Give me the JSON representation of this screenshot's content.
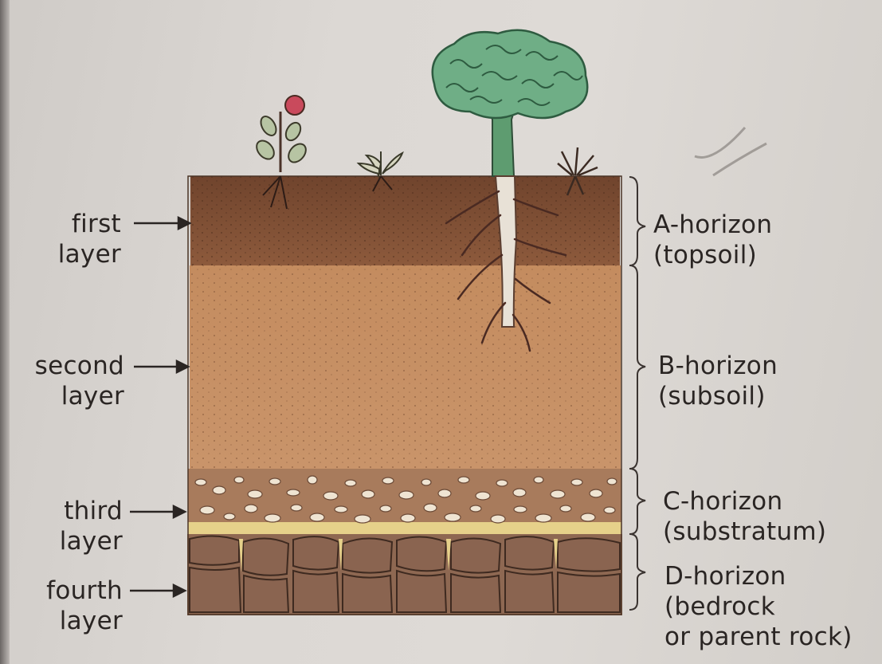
{
  "layers": [
    {
      "left_label_1": "first",
      "left_label_2": "layer",
      "horizon": "A-horizon",
      "description": "(topsoil)"
    },
    {
      "left_label_1": "second",
      "left_label_2": "layer",
      "horizon": "B-horizon",
      "description": "(subsoil)"
    },
    {
      "left_label_1": "third",
      "left_label_2": "layer",
      "horizon": "C-horizon",
      "description": "(substratum)"
    },
    {
      "left_label_1": "fourth",
      "left_label_2": "layer",
      "horizon": "D-horizon",
      "description": "(bedrock",
      "description_2": "or parent rock)"
    }
  ],
  "colors": {
    "topsoil": "#7b4f35",
    "subsoil": "#c58f63",
    "substratum": "#a47454",
    "bedrock": "#8c6650",
    "tree_trunk": "#5e9c70",
    "tree_canopy": "#6fae86",
    "flower": "#c94a5c"
  }
}
